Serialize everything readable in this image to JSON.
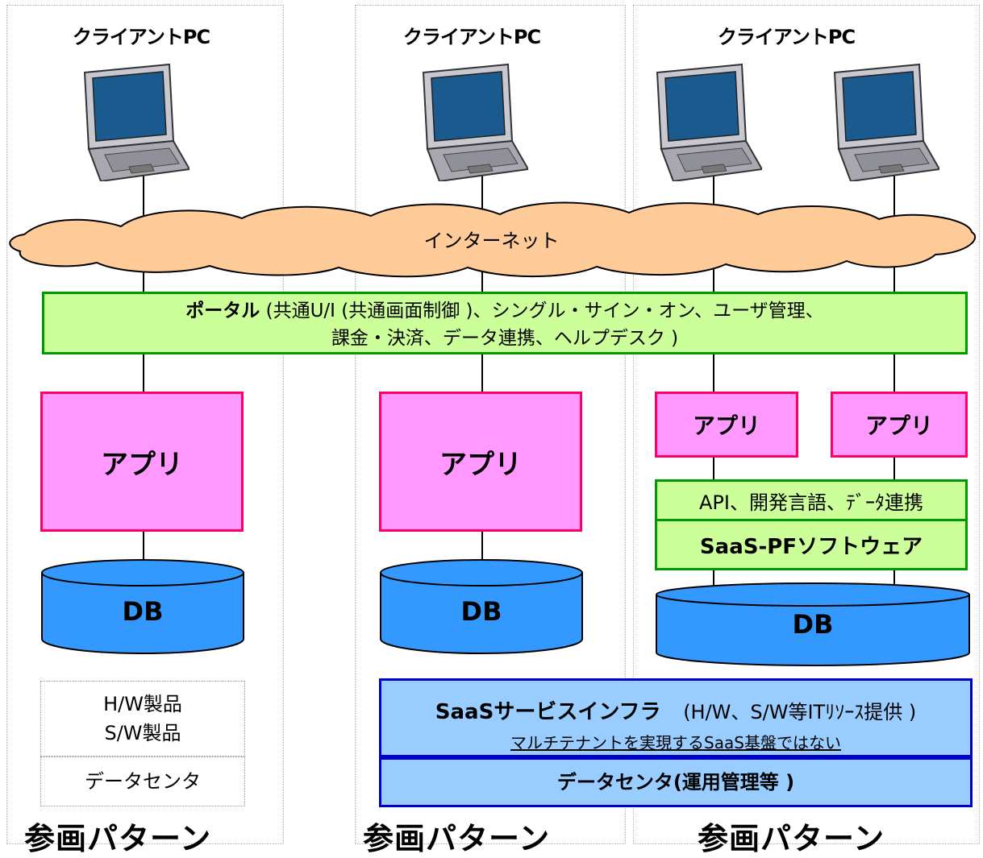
{
  "client_label": "クライアントPC",
  "internet_label": "インターネット",
  "portal": {
    "title": "ポータル",
    "line1": "(共通U/I (共通画面制御 )、シングル・サイン・オン、ユーザ管理、",
    "line2": "課金・決済、データ連携、ヘルプデスク )"
  },
  "app_label": "アプリ",
  "db_label": "DB",
  "pf": {
    "api": "API、開発言語、ﾃﾞｰﾀ連携",
    "software": "SaaS-PFソフトウェア"
  },
  "left_stack": {
    "hw": "H/W製品",
    "sw": "S/W製品",
    "datacenter": "データセンタ"
  },
  "infra": {
    "title": "SaaSサービスインフラ",
    "detail": "(H/W、S/W等ITﾘｿｰｽ提供 )",
    "note": "マルチテナントを実現するSaaS基盤ではない",
    "datacenter": "データセンタ(運用管理等 )"
  },
  "pattern_label": "参画パターン",
  "colors": {
    "portal_fill": "#ccff99",
    "portal_border": "#009900",
    "app_fill": "#ff99ff",
    "app_border": "#ff0066",
    "db_fill": "#3399ff",
    "infra_fill": "#99ccff",
    "infra_border": "#0000cc",
    "cloud_fill": "#ffcc99"
  }
}
